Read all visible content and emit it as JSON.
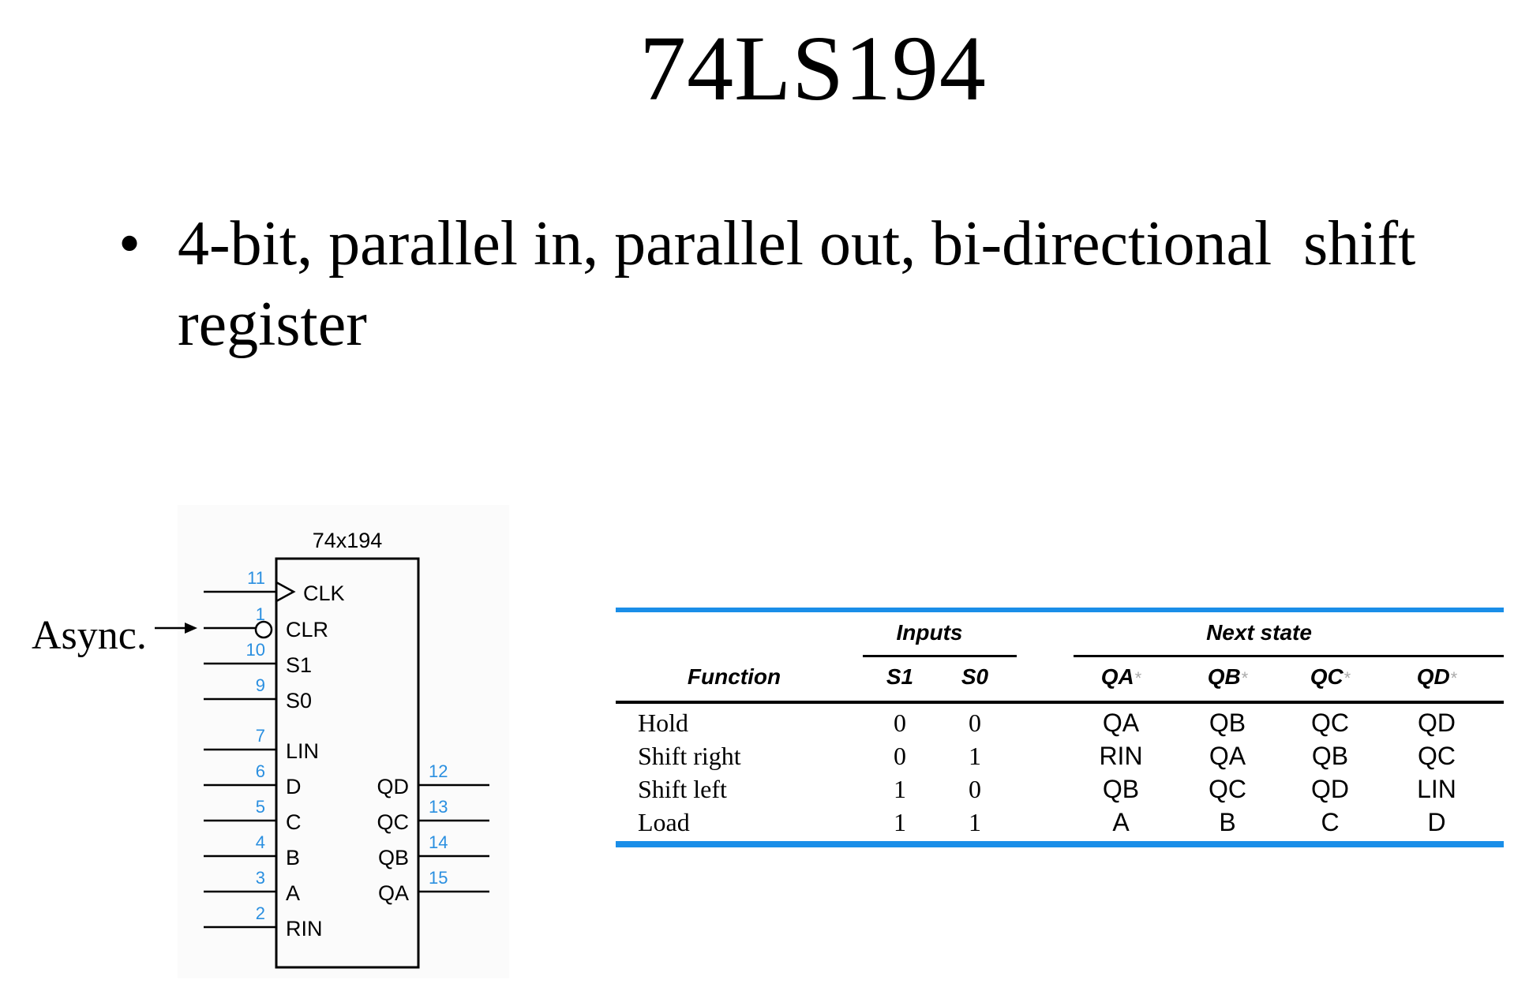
{
  "title": "74LS194",
  "bullet": {
    "dot": "•",
    "text": "4-bit, parallel in, parallel out, bi-directional  shift register"
  },
  "async_label": "Async.",
  "chip": {
    "name": "74x194",
    "left_pins": [
      {
        "num": "11",
        "label": "CLK"
      },
      {
        "num": "1",
        "label": "CLR"
      },
      {
        "num": "10",
        "label": "S1"
      },
      {
        "num": "9",
        "label": "S0"
      },
      {
        "num": "7",
        "label": "LIN"
      },
      {
        "num": "6",
        "label": "D"
      },
      {
        "num": "5",
        "label": "C"
      },
      {
        "num": "4",
        "label": "B"
      },
      {
        "num": "3",
        "label": "A"
      },
      {
        "num": "2",
        "label": "RIN"
      }
    ],
    "right_pins": [
      {
        "num": "12",
        "label": "QD"
      },
      {
        "num": "13",
        "label": "QC"
      },
      {
        "num": "14",
        "label": "QB"
      },
      {
        "num": "15",
        "label": "QA"
      }
    ]
  },
  "table": {
    "group_inputs": "Inputs",
    "group_next": "Next state",
    "headers": {
      "function": "Function",
      "s1": "S1",
      "s0": "S0",
      "qa": "QA",
      "qb": "QB",
      "qc": "QC",
      "qd": "QD",
      "star": "*"
    },
    "rows": [
      {
        "function": "Hold",
        "s1": "0",
        "s0": "0",
        "qa": "QA",
        "qb": "QB",
        "qc": "QC",
        "qd": "QD"
      },
      {
        "function": "Shift right",
        "s1": "0",
        "s0": "1",
        "qa": "RIN",
        "qb": "QA",
        "qc": "QB",
        "qd": "QC"
      },
      {
        "function": "Shift left",
        "s1": "1",
        "s0": "0",
        "qa": "QB",
        "qb": "QC",
        "qc": "QD",
        "qd": "LIN"
      },
      {
        "function": "Load",
        "s1": "1",
        "s0": "1",
        "qa": "A",
        "qb": "B",
        "qc": "C",
        "qd": "D"
      }
    ],
    "rule_color": "#1a8ee8",
    "pin_number_color": "#2a8fe0"
  }
}
